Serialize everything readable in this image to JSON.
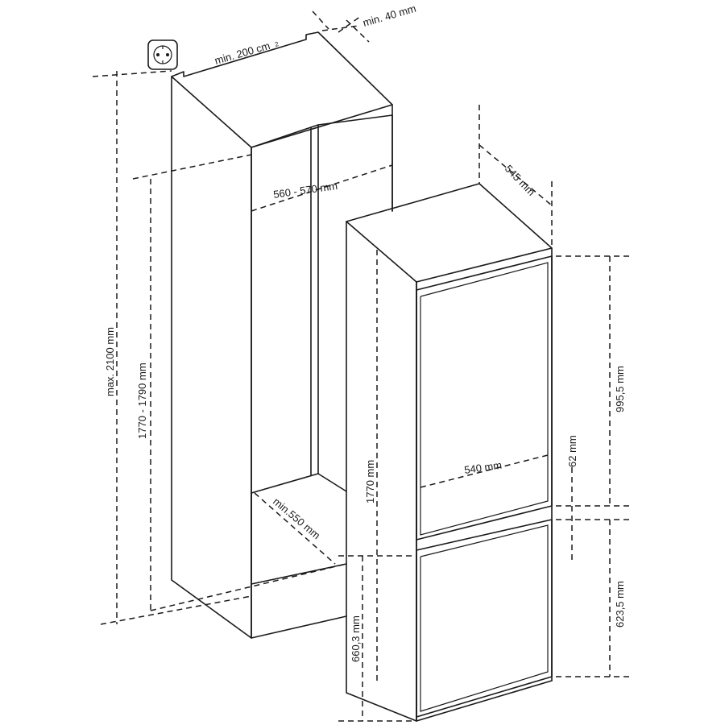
{
  "diagram": {
    "labels": {
      "vent_area": "min. 200 cm",
      "vent_area_sup": "2",
      "rear_gap": "min. 40 mm",
      "niche_width": "560 - 570 mm",
      "niche_depth": "min.550 mm",
      "cabinet_max_height": "max. 2100 mm",
      "niche_height": "1770 - 1790 mm",
      "appliance_depth": "545 mm",
      "appliance_height": "1770 mm",
      "appliance_width": "540 mm",
      "upper_door_height": "995,5 mm",
      "door_gap": "62 mm",
      "lower_door_height": "623,5 mm",
      "lower_section_height": "660,3 mm"
    },
    "icons": {
      "socket": "power-socket-icon"
    }
  }
}
